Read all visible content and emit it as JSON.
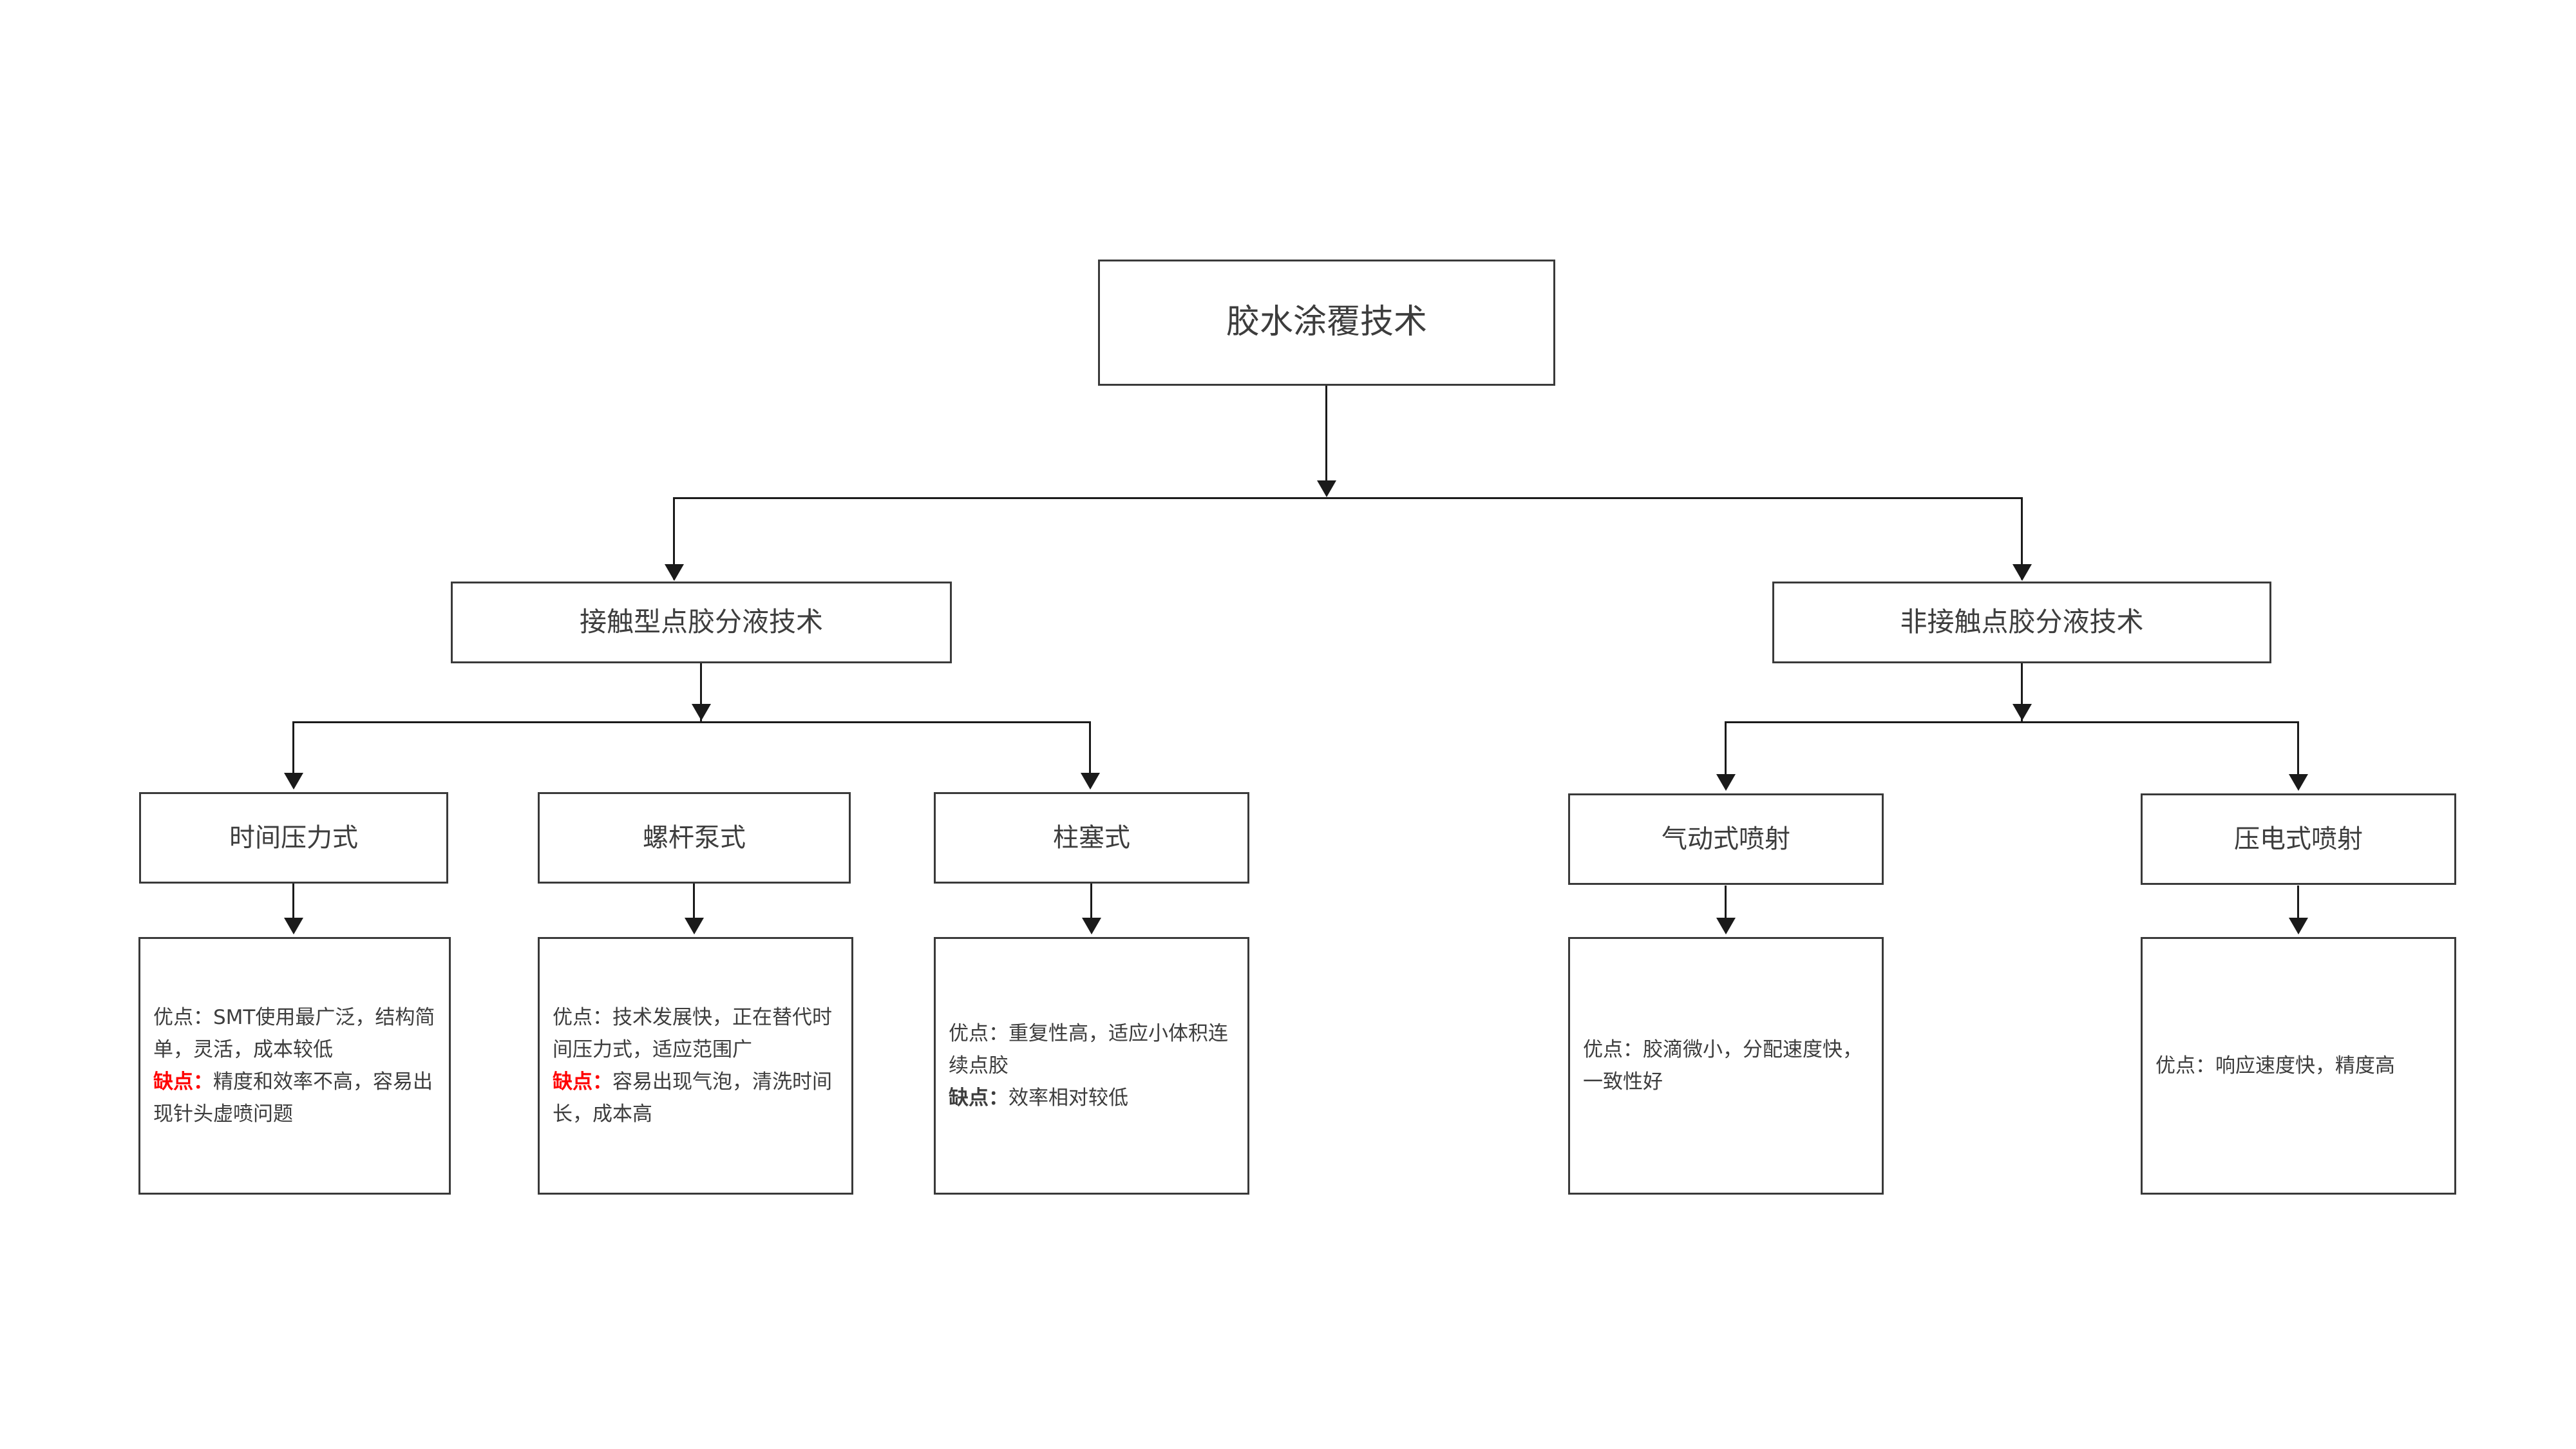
{
  "diagram": {
    "title": "胶水涂覆技术",
    "root": {
      "label": "胶水涂覆技术"
    },
    "level2": [
      {
        "label": "接触型点胶分液技术"
      },
      {
        "label": "非接触点胶分液技术"
      }
    ],
    "level3": [
      {
        "label": "时间压力式"
      },
      {
        "label": "螺杆泵式"
      },
      {
        "label": "柱塞式"
      },
      {
        "label": "气动式喷射"
      },
      {
        "label": "压电式喷射"
      }
    ],
    "details": [
      {
        "pro_label": "优点：",
        "pro_text": "SMT使用最广泛，结构简单，灵活，成本较低",
        "con_label": "缺点：",
        "con_text": "精度和效率不高，容易出现针头虚喷问题",
        "con_color": "#ff0000"
      },
      {
        "pro_label": "优点：",
        "pro_text": "技术发展快，正在替代时间压力式，适应范围广",
        "con_label": "缺点：",
        "con_text": "容易出现气泡，清洗时间长，成本高",
        "con_color": "#ff0000"
      },
      {
        "pro_label": "优点：",
        "pro_text": "重复性高，适应小体积连续点胶",
        "con_label": "缺点：",
        "con_text": "效率相对较低",
        "con_color": "#3d3d3d"
      },
      {
        "pro_label": "优点：",
        "pro_text": "胶滴微小，分配速度快，一致性好",
        "con_label": "",
        "con_text": "",
        "con_color": "#3d3d3d"
      },
      {
        "pro_label": "优点：",
        "pro_text": "响应速度快，精度高",
        "con_label": "",
        "con_text": "",
        "con_color": "#3d3d3d"
      }
    ],
    "colors": {
      "box_border": "#3a3a3a",
      "text": "#3d3d3d",
      "connector": "#1a1a1a",
      "highlight": "#ff0000",
      "background": "#ffffff"
    }
  }
}
